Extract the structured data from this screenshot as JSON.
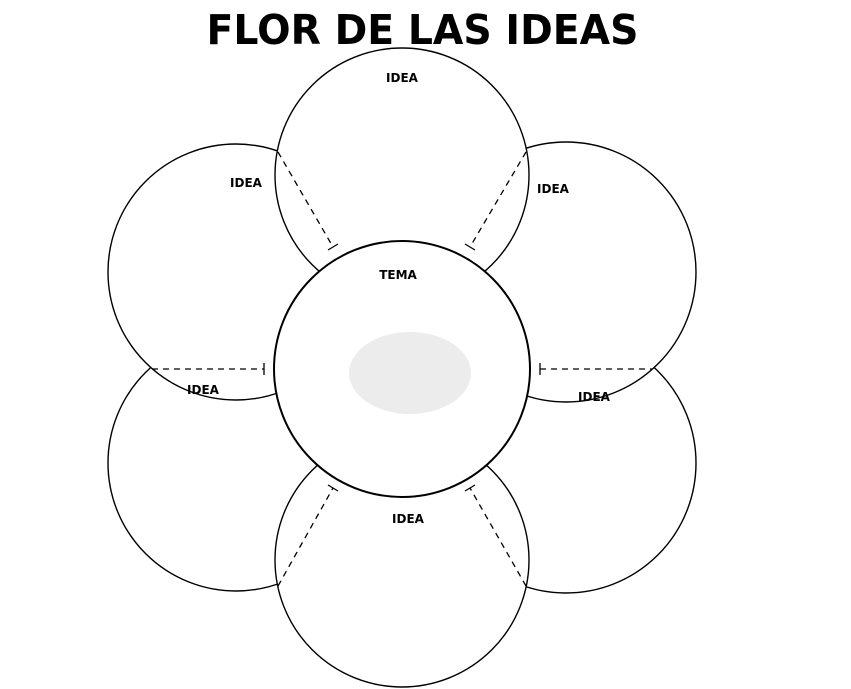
{
  "title": "FLOR DE LAS IDEAS",
  "center": {
    "label": "TEMA"
  },
  "petals": [
    {
      "label": "IDEA"
    },
    {
      "label": "IDEA"
    },
    {
      "label": "IDEA"
    },
    {
      "label": "IDEA"
    },
    {
      "label": "IDEA"
    },
    {
      "label": "IDEA"
    }
  ],
  "colors": {
    "stroke": "#000000",
    "background": "#ffffff",
    "center_oval": "#ececec"
  }
}
